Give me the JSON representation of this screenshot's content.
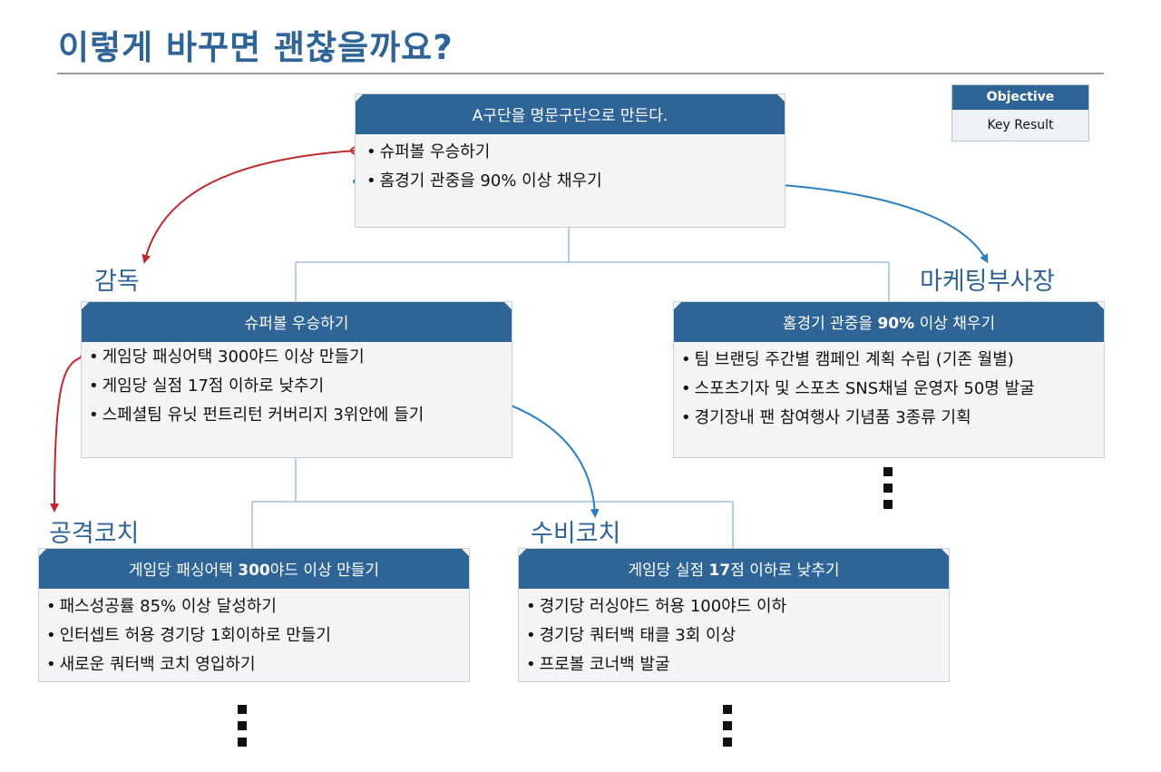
{
  "title": "이렇게 바꾸면 괜찮을까요?",
  "legend": {
    "objective": "Objective",
    "key_result": "Key Result"
  },
  "root": {
    "objective": "A구단을 명문구단으로 만든다.",
    "key_results": [
      "슈퍼볼 우승하기",
      "홈경기 관중을 90% 이상 채우기"
    ]
  },
  "roles": {
    "coach": "감독",
    "marketing": "마케팅부사장",
    "offense": "공격코치",
    "defense": "수비코치"
  },
  "coach_box": {
    "objective": "슈퍼볼 우승하기",
    "key_results": [
      "게임당 패싱어택 300야드 이상 만들기",
      "게임당 실점 17점 이하로 낮추기",
      "스페셜팀 유닛 펀트리턴 커버리지 3위안에 들기"
    ]
  },
  "marketing_box": {
    "objective_pre": "홈경기 관중을 ",
    "objective_bold": "90%",
    "objective_post": " 이상 채우기",
    "key_results": [
      "팀 브랜딩 주간별 캠페인 계획 수립 (기존 월별)",
      "스포츠기자 및 스포츠 SNS채널 운영자 50명 발굴",
      "경기장내 팬 참여행사 기념품 3종류 기획"
    ]
  },
  "offense_box": {
    "objective_pre": "게임당 패싱어택 ",
    "objective_bold": "300",
    "objective_post": "야드 이상 만들기",
    "key_results": [
      "패스성공률 85% 이상 달성하기",
      "인터셉트 허용 경기당 1회이하로 만들기",
      "새로운 쿼터백 코치 영입하기"
    ]
  },
  "defense_box": {
    "objective_pre": "게임당 실점 ",
    "objective_bold": "17",
    "objective_post": "점 이하로 낮추기",
    "key_results": [
      "경기당 러싱야드 허용 100야드 이하",
      "경기당 쿼터백 태클 3회 이상",
      "프로볼 코너백 발굴"
    ]
  },
  "colors": {
    "header": "#2f6496",
    "role_text": "#2f6496",
    "box_bg": "#f2f4f6",
    "connector": "#8fb3d3",
    "red_arrow": "#c0282d",
    "blue_arrow": "#2a7fc1"
  }
}
